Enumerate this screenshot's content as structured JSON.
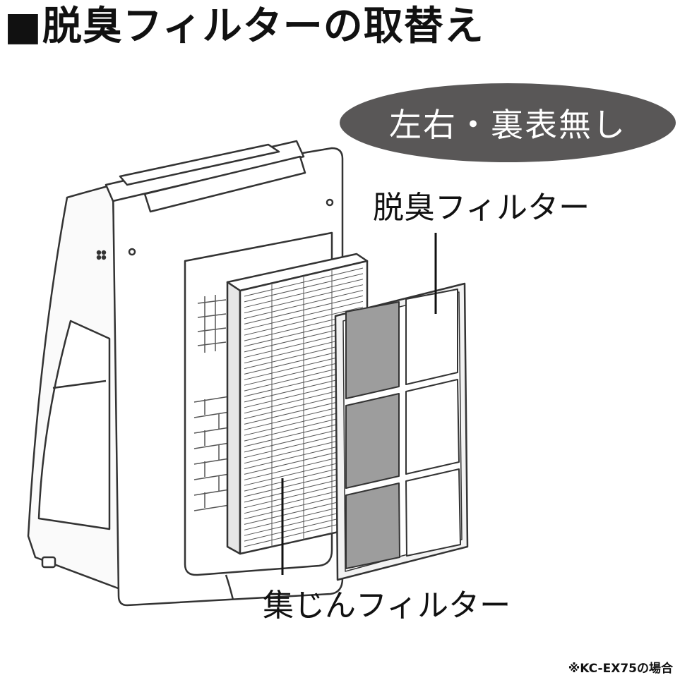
{
  "title": "■脱臭フィルターの取替え",
  "badge": "左右・裏表無し",
  "labels": {
    "deodorizing_filter": "脱臭フィルター",
    "dust_filter": "集じんフィルター"
  },
  "note": "※KC-EX75の場合",
  "colors": {
    "badge_bg": "#595757",
    "panel_gray": "#9d9d9d",
    "line": "#333333"
  }
}
